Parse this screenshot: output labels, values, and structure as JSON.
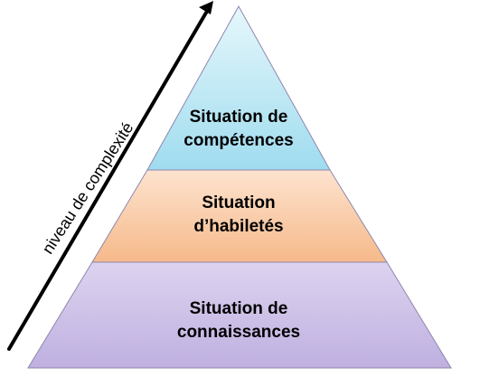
{
  "diagram": {
    "axis_label": "niveau de complexité",
    "layers": [
      {
        "line1": "Situation de",
        "line2": "compétences",
        "fill": "#b7e8f4"
      },
      {
        "line1": "Situation",
        "line2": "d’habiletés",
        "fill": "#f9c9a3"
      },
      {
        "line1": "Situation de",
        "line2": "connaissances",
        "fill": "#ccbfe6"
      }
    ],
    "outline_color": "#8e86ad",
    "arrow_color": "#000000"
  }
}
